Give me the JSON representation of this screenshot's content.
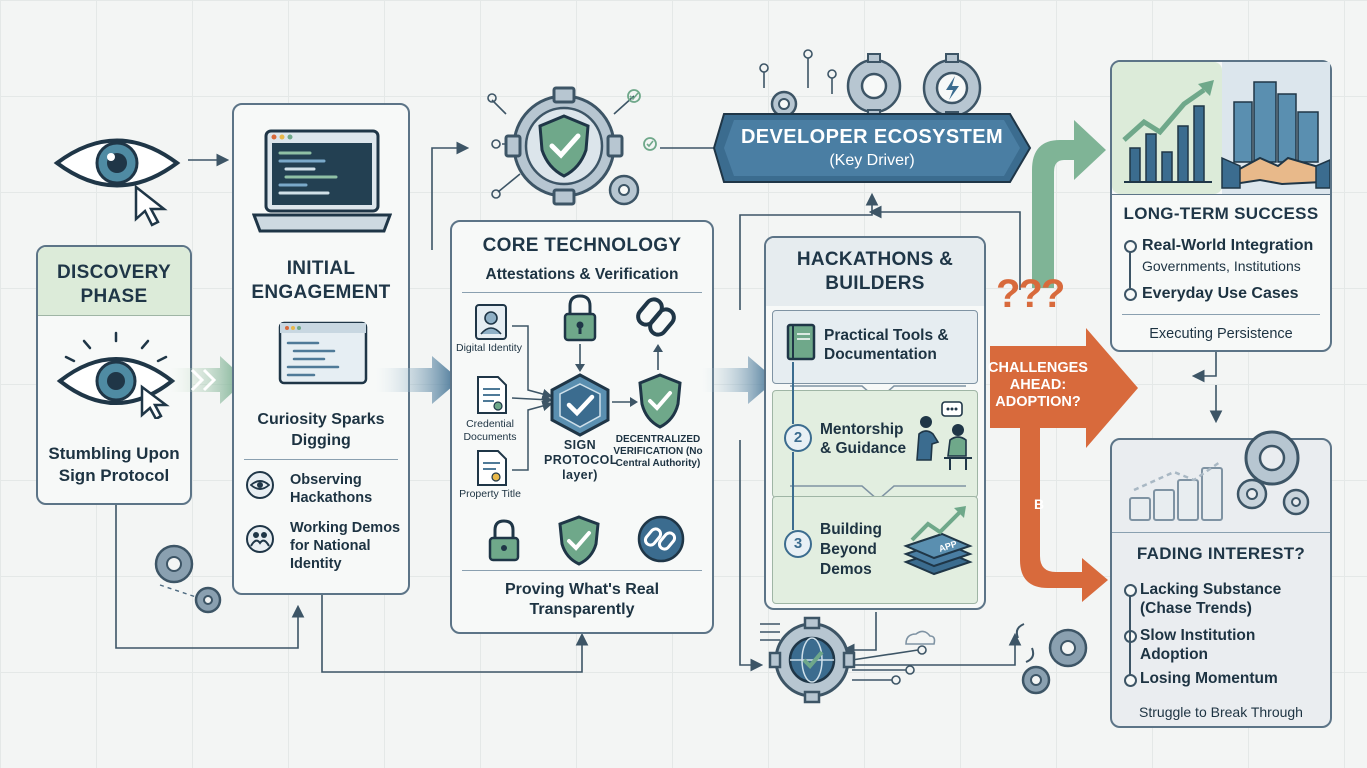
{
  "discovery": {
    "title": "DISCOVERY PHASE",
    "caption": "Stumbling Upon Sign Protocol"
  },
  "engagement": {
    "title": "INITIAL ENGAGEMENT",
    "curiosity": "Curiosity Sparks Digging",
    "items": [
      "Observing Hackathons",
      "Working Demos for National Identity"
    ]
  },
  "core": {
    "title": "CORE TECHNOLOGY",
    "subtitle": "Attestations & Verification",
    "inputs": [
      "Digital Identity",
      "Credential Documents",
      "Property Title"
    ],
    "hub_label": "SIGN PROTOCOL layer)",
    "verification": "DECENTRALIZED VERIFICATION (No Central Authority)",
    "footer": "Proving What's Real Transparently"
  },
  "ecosystem": {
    "banner_title": "DEVELOPER ECOSYSTEM",
    "banner_sub": "(Key Driver)"
  },
  "hackathons": {
    "title": "HACKATHONS & BUILDERS",
    "steps": [
      {
        "num": "",
        "label": "Practical Tools & Documentation"
      },
      {
        "num": "2",
        "label": "Mentorship & Guidance"
      },
      {
        "num": "3",
        "label": "Building Beyond Demos"
      }
    ],
    "app_label": "APP"
  },
  "challenges": {
    "label": "CHALLENGES AHEAD: ADOPTION?",
    "marks": "???",
    "branch_b": "B"
  },
  "success": {
    "title": "LONG-TERM SUCCESS",
    "items": [
      {
        "label": "Real-World Integration",
        "sub": "Governments, Institutions"
      },
      {
        "label": "Everyday Use Cases",
        "sub": ""
      }
    ],
    "footer": "Executing Persistence"
  },
  "fading": {
    "title": "FADING INTEREST?",
    "items": [
      "Lacking Substance (Chase Trends)",
      "Slow Institution Adoption",
      "Losing Momentum"
    ],
    "footer": "Struggle to Break Through"
  },
  "colors": {
    "navy": "#1f3647",
    "blue": "#3b6c8f",
    "teal": "#6fa88a",
    "orange": "#d86a3c",
    "mint": "#dcebd9"
  }
}
